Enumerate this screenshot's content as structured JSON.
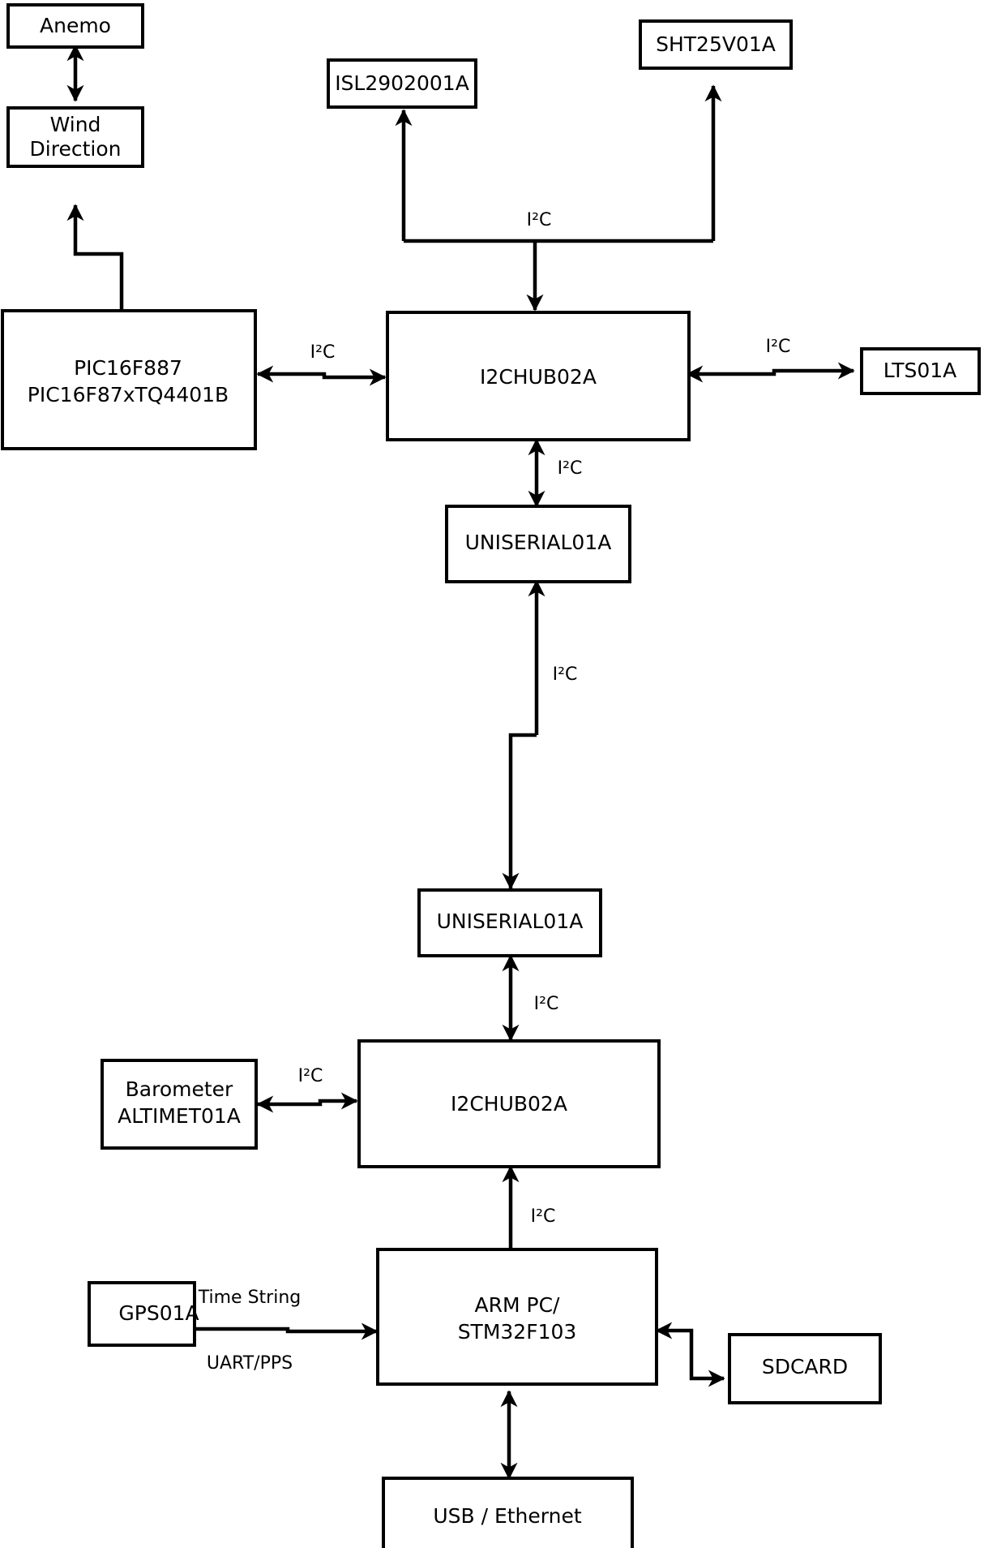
{
  "diagram": {
    "type": "block-diagram",
    "title": "",
    "background_color": "#ffffff",
    "line_color": "#000000",
    "box_fill": "#ffffff",
    "blocks": [
      {
        "id": "anemo",
        "label": "Anemo",
        "label_lines": [
          "Anemo"
        ]
      },
      {
        "id": "wind",
        "label": "Wind Direction",
        "label_lines": [
          "Wind",
          "Direction"
        ]
      },
      {
        "id": "pic",
        "label": "PIC16F887 PIC16F87xTQ4401B",
        "label_lines": [
          "PIC16F887",
          "PIC16F87xTQ4401B"
        ]
      },
      {
        "id": "isl",
        "label": "ISL2902001A",
        "label_lines": [
          "ISL2902001A"
        ]
      },
      {
        "id": "sht",
        "label": "SHT25V01A",
        "label_lines": [
          "SHT25V01A"
        ]
      },
      {
        "id": "hub_top",
        "label": "I2CHUB02A",
        "label_lines": [
          "I2CHUB02A"
        ]
      },
      {
        "id": "lts",
        "label": "LTS01A",
        "label_lines": [
          "LTS01A"
        ]
      },
      {
        "id": "uniserial_top",
        "label": "UNISERIAL01A",
        "label_lines": [
          "UNISERIAL01A"
        ]
      },
      {
        "id": "uniserial_bot",
        "label": "UNISERIAL01A",
        "label_lines": [
          "UNISERIAL01A"
        ]
      },
      {
        "id": "barometer",
        "label": "Barometer ALTIMET01A",
        "label_lines": [
          "Barometer",
          "ALTIMET01A"
        ]
      },
      {
        "id": "hub_bot",
        "label": "I2CHUB02A",
        "label_lines": [
          "I2CHUB02A"
        ]
      },
      {
        "id": "gps",
        "label": "GPS01A",
        "label_lines": [
          "GPS01A"
        ]
      },
      {
        "id": "arm",
        "label": "ARM PC/ STM32F103",
        "label_lines": [
          "ARM PC/",
          "STM32F103"
        ]
      },
      {
        "id": "sdcard",
        "label": "SDCARD",
        "label_lines": [
          "SDCARD"
        ]
      },
      {
        "id": "usb",
        "label": "USB / Ethernet",
        "label_lines": [
          "USB / Ethernet"
        ]
      }
    ],
    "edges": [
      {
        "id": "e-anemo-wind",
        "from": "wind",
        "to": "anemo",
        "label": "",
        "arrows": "both"
      },
      {
        "id": "e-pic-wind",
        "from": "pic",
        "to": "wind",
        "label": "",
        "arrows": "single"
      },
      {
        "id": "e-hub-isl",
        "from": "hub_top",
        "to": "isl",
        "label": "I²C",
        "arrows": "single"
      },
      {
        "id": "e-hub-sht",
        "from": "hub_top",
        "to": "sht",
        "label": "I²C",
        "arrows": "single"
      },
      {
        "id": "e-bus-hub",
        "from": "bus",
        "to": "hub_top",
        "label": "",
        "arrows": "single"
      },
      {
        "id": "e-pic-hub",
        "from": "pic",
        "to": "hub_top",
        "label": "I²C",
        "arrows": "both"
      },
      {
        "id": "e-hub-lts",
        "from": "hub_top",
        "to": "lts",
        "label": "I²C",
        "arrows": "both"
      },
      {
        "id": "e-hub-uniserial",
        "from": "hub_top",
        "to": "uniserial_top",
        "label": "I²C",
        "arrows": "both"
      },
      {
        "id": "e-uniserial-link",
        "from": "uniserial_bot",
        "to": "uniserial_top",
        "label": "I²C",
        "arrows": "both"
      },
      {
        "id": "e-hubbot-uniserial",
        "from": "hub_bot",
        "to": "uniserial_bot",
        "label": "I²C",
        "arrows": "both"
      },
      {
        "id": "e-baro-hubbot",
        "from": "barometer",
        "to": "hub_bot",
        "label": "I²C",
        "arrows": "both"
      },
      {
        "id": "e-arm-hubbot",
        "from": "arm",
        "to": "hub_bot",
        "label": "I²C",
        "arrows": "both"
      },
      {
        "id": "e-gps-arm",
        "from": "gps",
        "to": "arm",
        "label": "Time String / UART/PPS",
        "arrows": "single"
      },
      {
        "id": "e-arm-sdcard",
        "from": "arm",
        "to": "sdcard",
        "label": "",
        "arrows": "both"
      },
      {
        "id": "e-arm-usb",
        "from": "arm",
        "to": "usb",
        "label": "",
        "arrows": "both"
      }
    ],
    "edge_labels": {
      "i2c": "I²C",
      "time_string": "Time String",
      "uart_pps": "UART/PPS"
    }
  }
}
